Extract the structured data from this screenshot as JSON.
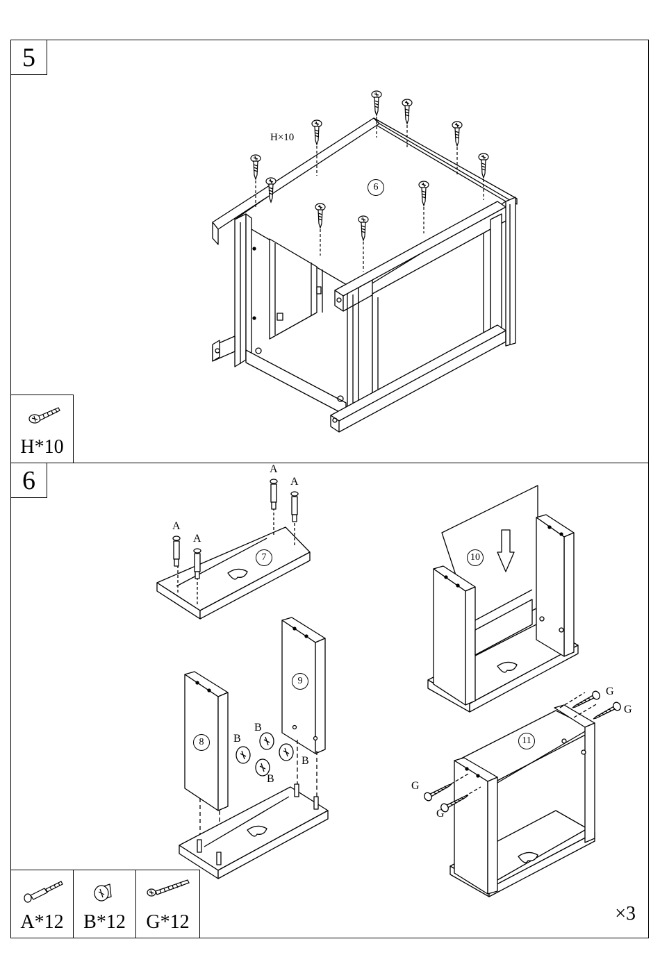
{
  "step5": {
    "number": "5",
    "callout": "H×10",
    "panel_label": "6",
    "hardware": {
      "label": "H*10",
      "icon": "screw-h-icon"
    }
  },
  "step6": {
    "number": "6",
    "panels": {
      "p7": "7",
      "p8": "8",
      "p9": "9",
      "p10": "10",
      "p11": "11"
    },
    "letters": {
      "a": "A",
      "b": "B",
      "g": "G"
    },
    "hardware": [
      {
        "label": "A*12",
        "icon": "cam-bolt-a-icon"
      },
      {
        "label": "B*12",
        "icon": "cam-lock-b-icon"
      },
      {
        "label": "G*12",
        "icon": "wood-screw-g-icon"
      }
    ],
    "multiplier": "×3"
  }
}
